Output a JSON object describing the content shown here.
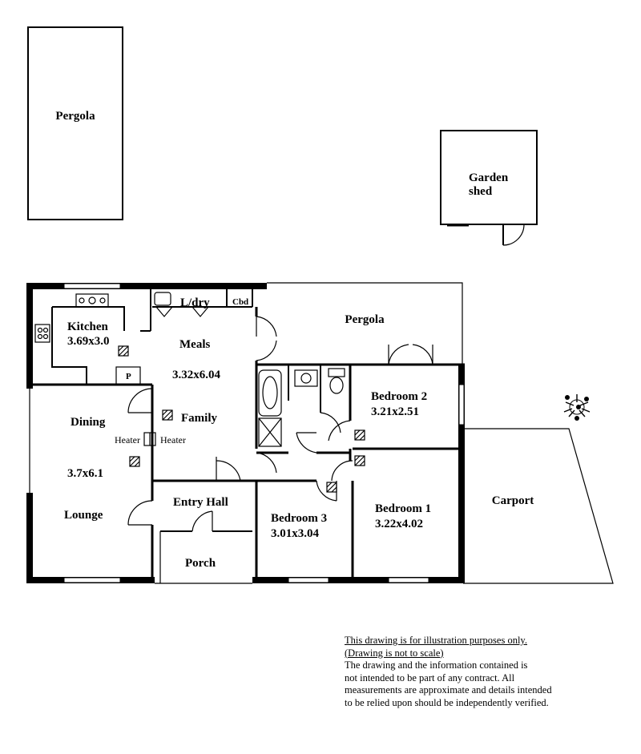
{
  "outbuildings": {
    "pergola_rear": "Pergola",
    "garden_shed_line1": "Garden",
    "garden_shed_line2": "shed"
  },
  "rooms": {
    "laundry": "L/dry",
    "cupboard": "Cbd",
    "kitchen": "Kitchen",
    "kitchen_size": "3.69x3.0",
    "pantry": "P",
    "meals": "Meals",
    "meals_size": "3.32x6.04",
    "family": "Family",
    "dining": "Dining",
    "lounge_size": "3.7x6.1",
    "lounge": "Lounge",
    "heater_left": "Heater",
    "heater_right": "Heater",
    "entry_hall": "Entry Hall",
    "porch": "Porch",
    "pergola_side": "Pergola",
    "bedroom2": "Bedroom 2",
    "bedroom2_size": "3.21x2.51",
    "bedroom3": "Bedroom 3",
    "bedroom3_size": "3.01x3.04",
    "bedroom1": "Bedroom 1",
    "bedroom1_size": "3.22x4.02",
    "carport": "Carport"
  },
  "disclaimer": {
    "line1": "This drawing is for illustration purposes only.",
    "line2": "(Drawing is not to scale)",
    "line3": "The drawing and the information contained is",
    "line4": "not intended to be part of any contract.  All",
    "line5": "measurements are approximate and details intended",
    "line6": "to be relied upon should be independently verified."
  }
}
